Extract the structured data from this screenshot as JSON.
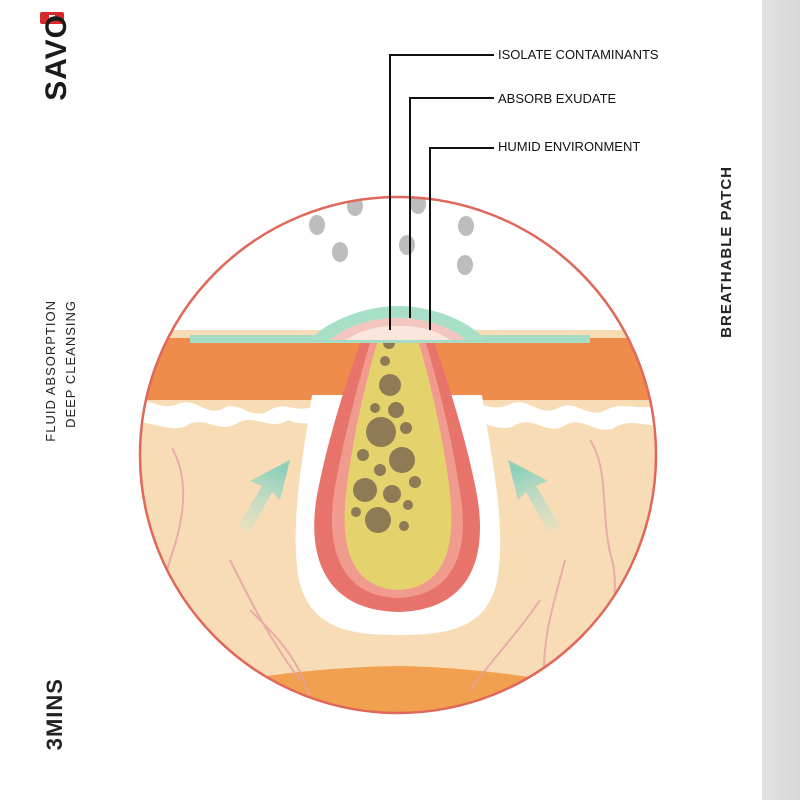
{
  "callouts": [
    {
      "label": "ISOLATE CONTAMINANTS"
    },
    {
      "label": "ABSORB EXUDATE"
    },
    {
      "label": "HUMID ENVIRONMENT"
    }
  ],
  "side_text": {
    "brand": "SAVO",
    "left_a": "FLUID ABSORPTION",
    "left_b": "DEEP CLEANSING",
    "left_bottom": "3MINS",
    "right": "BREATHABLE PATCH"
  },
  "colors": {
    "circle_border": "#e0685a",
    "dermis": "#f7d9b0",
    "epidermis": "#ef8a4c",
    "follicle": "#e8766c",
    "sebum": "#e6d56a",
    "patch": "#a8e0c8",
    "brand_mark": "#d8282a"
  }
}
